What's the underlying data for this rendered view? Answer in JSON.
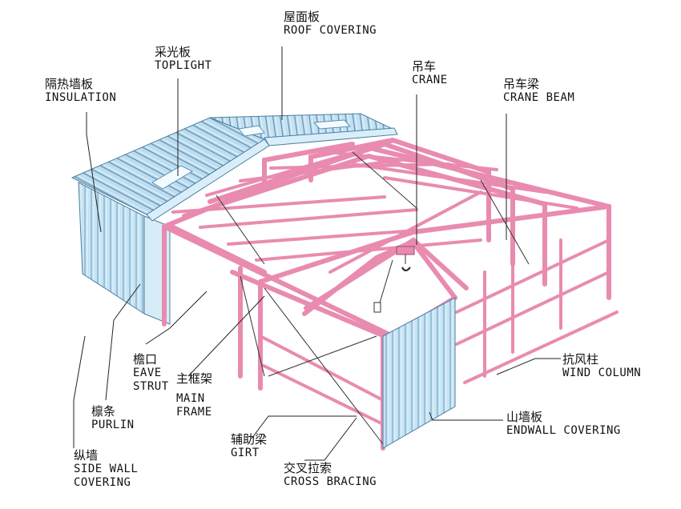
{
  "labels": {
    "roof_covering": {
      "zh": "屋面板",
      "en": "ROOF COVERING"
    },
    "toplight": {
      "zh": "采光板",
      "en": "TOPLIGHT"
    },
    "insulation": {
      "zh": "隔热墙板",
      "en": "INSULATION"
    },
    "crane": {
      "zh": "吊车",
      "en": "CRANE"
    },
    "crane_beam": {
      "zh": "吊车梁",
      "en": "CRANE BEAM"
    },
    "eave_strut": {
      "zh": "檐口",
      "en1": "EAVE",
      "en2": "STRUT"
    },
    "main_frame": {
      "zh": "主框架",
      "en1": "MAIN",
      "en2": "FRAME"
    },
    "purlin": {
      "zh": "檩条",
      "en": "PURLIN"
    },
    "side_wall": {
      "zh": "纵墙",
      "en1": "SIDE WALL",
      "en2": "COVERING"
    },
    "girt": {
      "zh": "辅助梁",
      "en": "GIRT"
    },
    "cross_bracing": {
      "zh": "交叉拉索",
      "en": "CROSS BRACING"
    },
    "wind_column": {
      "zh": "抗风柱",
      "en": "WIND COLUMN"
    },
    "endwall_covering": {
      "zh": "山墙板",
      "en": "ENDWALL COVERING"
    }
  },
  "colors": {
    "steel_frame": "#e98bb0",
    "panel_blue": "#bfe0f2",
    "panel_line": "#5a8fb0"
  }
}
